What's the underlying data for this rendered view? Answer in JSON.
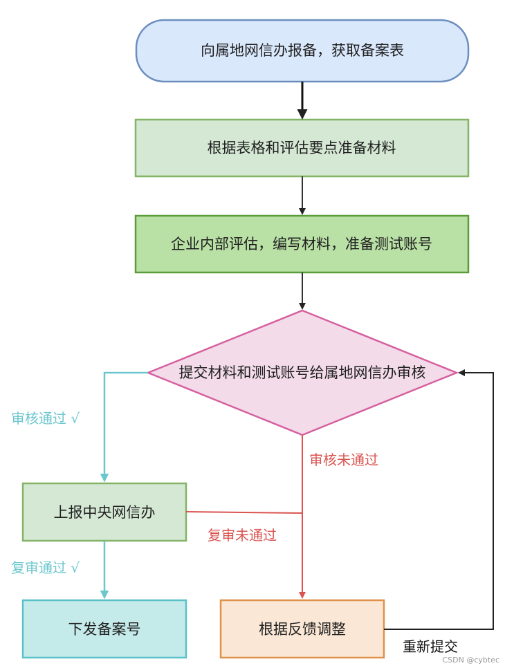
{
  "nodes": {
    "start": "向属地网信办报备，获取备案表",
    "prepare": "根据表格和评估要点准备材料",
    "internal": "企业内部评估，编写材料，准备测试账号",
    "submit": "提交材料和测试账号给属地网信办审核",
    "central": "上报中央网信办",
    "issue": "下发备案号",
    "adjust": "根据反馈调整"
  },
  "edges": {
    "pass": "审核通过 √",
    "fail": "审核未通过",
    "recheck_pass": "复审通过 √",
    "recheck_fail": "复审未通过",
    "resubmit": "重新提交"
  },
  "colors": {
    "start_fill": "#dae8fc",
    "start_stroke": "#6c8ebf",
    "prepare_fill": "#d5e8d4",
    "prepare_stroke": "#82b366",
    "internal_fill": "#b9e0a5",
    "internal_stroke": "#5a9c3a",
    "diamond_fill": "#f3dbe9",
    "diamond_stroke": "#d6609f",
    "central_fill": "#d5e8d4",
    "central_stroke": "#82b366",
    "issue_fill": "#c5eaea",
    "issue_stroke": "#5bc1c9",
    "adjust_fill": "#fbe7d5",
    "adjust_stroke": "#e0914a",
    "pass_color": "#6cc7cd",
    "fail_color": "#d9534f",
    "dark_arrow": "#333333"
  },
  "watermark": "CSDN @cybtec"
}
